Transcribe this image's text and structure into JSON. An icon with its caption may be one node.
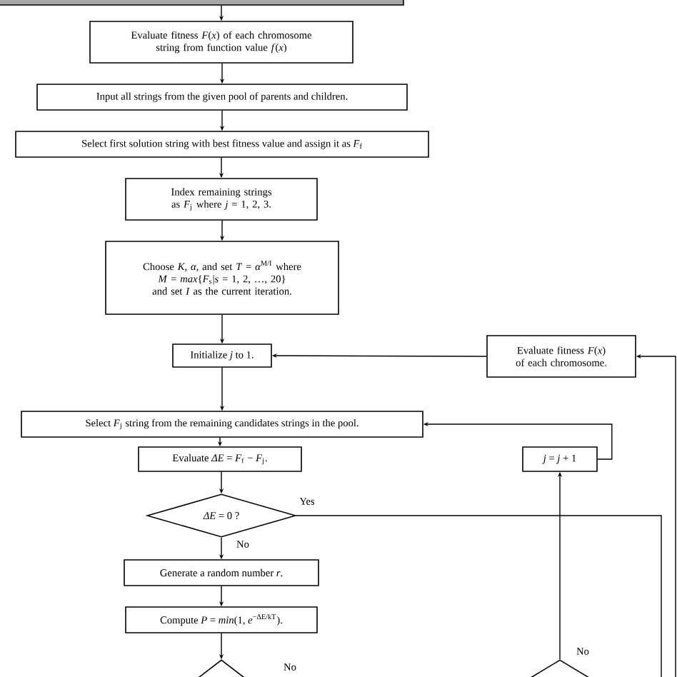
{
  "diagram": {
    "nodes": [
      {
        "text": [],
        "shape": "box"
      },
      {
        "text": [
          "Evaluate fitness *F*(*x*) of each chromosome string from function value *f*(*x*)"
        ]
      },
      {
        "text": [
          "Input all strings from the given pool of parents and children."
        ]
      },
      {
        "text": [
          "Select first solution string with best fitness value and assign it as *F*$_{f}$"
        ]
      },
      {
        "text": [
          "Index remaining strings as *F*$_{j}$ where *j* = 1, 2, 3."
        ]
      },
      {
        "text": [
          "Choose *K*, *α*, and set *T* = *α*$^{M/I}$ where *M* = *max*{*F*$_{s}$|*s* = 1, 2, …, 20} and set *I* as the current iteration."
        ]
      },
      {
        "text": [
          "Initialize *j* to 1."
        ]
      },
      {
        "text": [
          "Evaluate fitness *F*(*x*) of each chromosome."
        ]
      },
      {
        "text": [
          "Select *F*$_{j}$ string from the remaining candidates strings in the pool."
        ]
      },
      {
        "text": [
          "Evaluate *ΔE* = *F*$_{f}$ − *F*$_{j}$."
        ]
      },
      {
        "text": [
          "*ΔE* = 0 ?"
        ]
      },
      {
        "text": [
          "Generate a random number *r*."
        ]
      },
      {
        "text": [
          "Compute *P* = *min*(1, *e*$^{−ΔE/kT}$)."
        ]
      },
      {
        "text": [],
        "shape": "diamond"
      },
      {
        "text": [
          "*j* = *j* + 1"
        ]
      },
      {
        "text": [],
        "shape": "diamond"
      }
    ],
    "edges": [
      {
        "from": 0,
        "to": 1,
        "arrow": "to"
      },
      {
        "from": 1,
        "to": 2,
        "arrow": "to"
      },
      {
        "from": 2,
        "to": 3,
        "arrow": "to"
      },
      {
        "from": 3,
        "to": 4,
        "arrow": "to"
      },
      {
        "from": 4,
        "to": 5,
        "arrow": "to"
      },
      {
        "from": 5,
        "to": 6,
        "arrow": "to"
      },
      {
        "from": 7,
        "to": 6,
        "arrow": "to"
      },
      {
        "from": 6,
        "to": 8,
        "arrow": "to"
      },
      {
        "from": 14,
        "to": 8,
        "arrow": "to"
      },
      {
        "from": 8,
        "to": 9,
        "arrow": "to"
      },
      {
        "from": 9,
        "to": 10,
        "arrow": "to"
      },
      {
        "from": 10,
        "to": 11,
        "arrow": "to",
        "label": "No"
      },
      {
        "from": 11,
        "to": 12,
        "arrow": "to"
      },
      {
        "from": 12,
        "to": 13,
        "arrow": "to"
      },
      {
        "from": 15,
        "to": 14,
        "arrow": "to",
        "label": "No"
      },
      {
        "from": 10,
        "to": null,
        "arrow": "none",
        "label": "Yes"
      },
      {
        "from": null,
        "to": 7,
        "arrow": "to"
      }
    ],
    "labels": [
      "No"
    ]
  }
}
